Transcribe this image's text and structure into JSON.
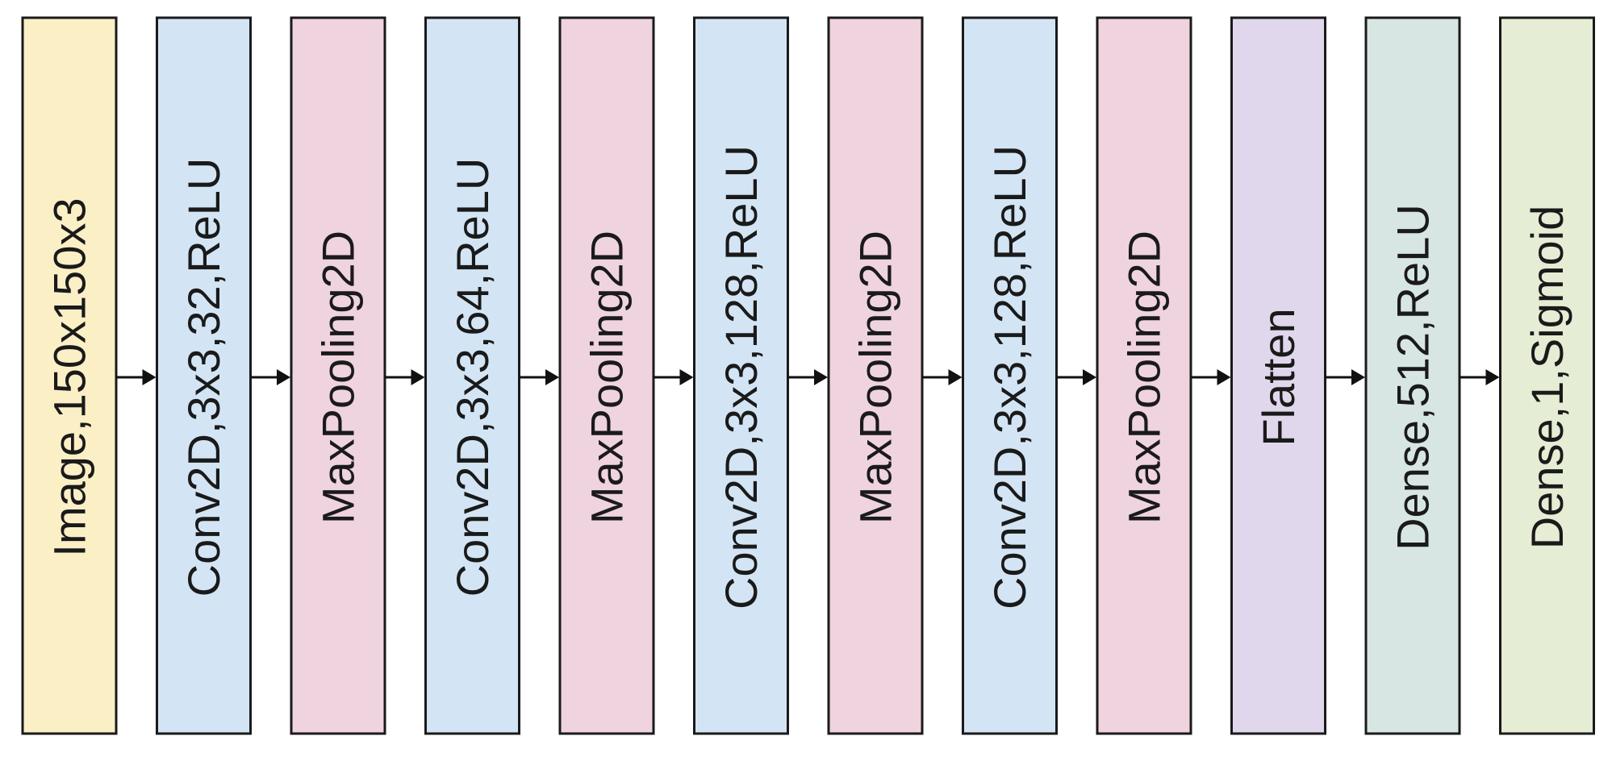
{
  "diagram": {
    "type": "layer-stack",
    "layers": [
      {
        "label": "Image,150x150x3",
        "kind": "input",
        "color": "#FBEFC6"
      },
      {
        "label": "Conv2D,3x3,32,ReLU",
        "kind": "conv",
        "color": "#D3E5F4"
      },
      {
        "label": "MaxPooling2D",
        "kind": "pool",
        "color": "#EFD3DF"
      },
      {
        "label": "Conv2D,3x3,64,ReLU",
        "kind": "conv",
        "color": "#D3E5F4"
      },
      {
        "label": "MaxPooling2D",
        "kind": "pool",
        "color": "#EFD3DF"
      },
      {
        "label": "Conv2D,3x3,128,ReLU",
        "kind": "conv",
        "color": "#D3E5F4"
      },
      {
        "label": "MaxPooling2D",
        "kind": "pool",
        "color": "#EFD3DF"
      },
      {
        "label": "Conv2D,3x3,128,ReLU",
        "kind": "conv",
        "color": "#D3E5F4"
      },
      {
        "label": "MaxPooling2D",
        "kind": "pool",
        "color": "#EFD3DF"
      },
      {
        "label": "Flatten",
        "kind": "flatten",
        "color": "#E1D7EC"
      },
      {
        "label": "Dense,512,ReLU",
        "kind": "dense",
        "color": "#D8E6E3"
      },
      {
        "label": "Dense,1,Sigmoid",
        "kind": "output",
        "color": "#E5EDD4"
      }
    ],
    "connector": "arrow-right-icon",
    "line_color": "#111111"
  }
}
